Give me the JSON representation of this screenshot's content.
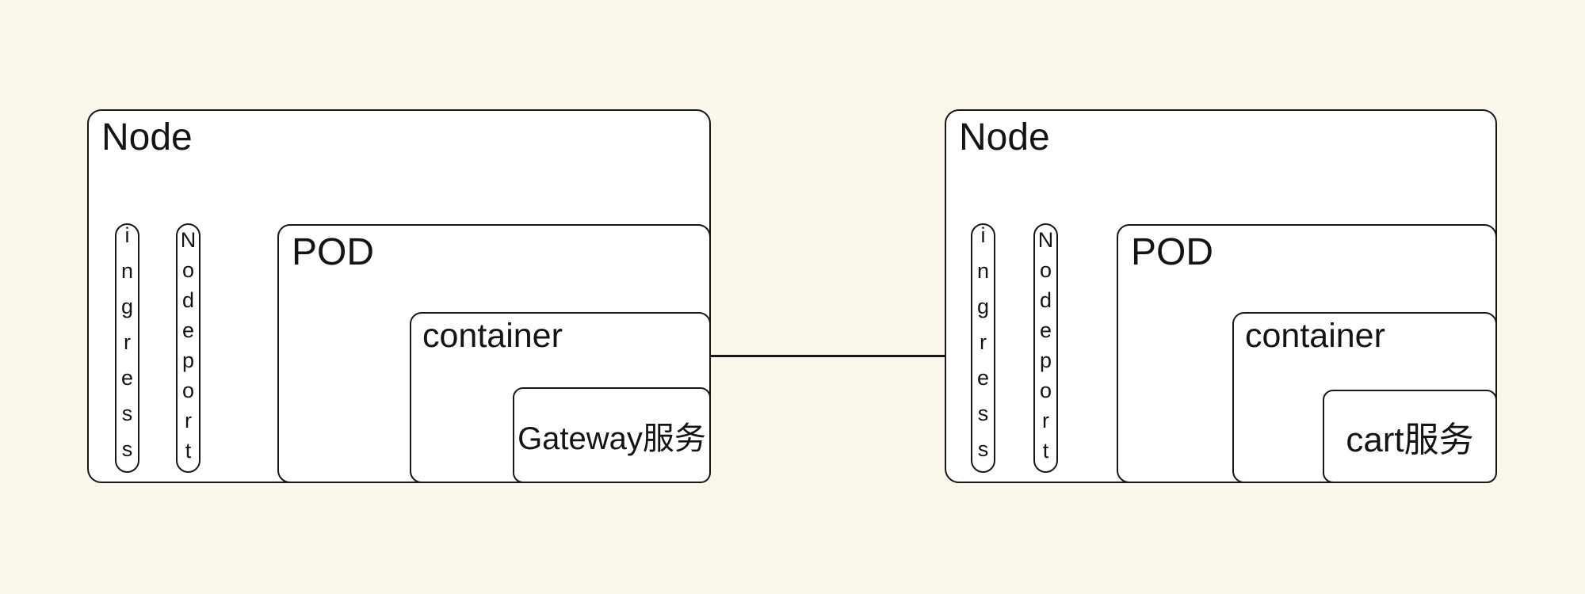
{
  "diagram": {
    "background_color": "#faf6ea",
    "stroke_color": "#171717",
    "shape_fill_color": "#ffffff",
    "nodes": [
      {
        "title": "Node",
        "ingress_label": "ingress",
        "nodeport_label": "Nodeport",
        "pod_label": "POD",
        "container_label": "container",
        "service_label": "Gateway服务"
      },
      {
        "title": "Node",
        "ingress_label": "ingress",
        "nodeport_label": "Nodeport",
        "pod_label": "POD",
        "container_label": "container",
        "service_label": "cart服务"
      }
    ]
  }
}
